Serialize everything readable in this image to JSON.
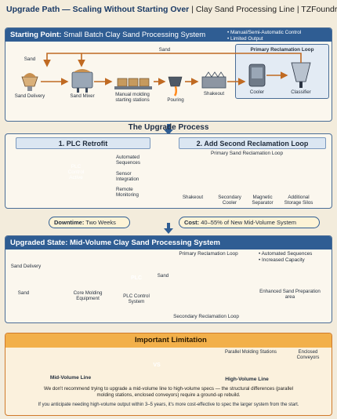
{
  "header": {
    "title_bold": "Upgrade Path — Scaling Without Starting Over",
    "title_rest": "| Clay Sand Processing Line | TZFoundry"
  },
  "starting": {
    "title": "Starting Point:",
    "title_sub": "Small Batch Clay Sand Processing System",
    "notes": [
      "• Manual/Semi-Automatic Control",
      "• Limited Output"
    ],
    "sand_arrow": "Sand",
    "loop_title": "Primary Reclamation Loop",
    "steps": [
      "Sand Delivery",
      "Sand Mixer",
      "Manual molding starting stations",
      "Pouring",
      "Shakeout",
      "Cooler",
      "Classifier"
    ],
    "sand_top": "Sand"
  },
  "process": {
    "heading": "The Upgrade Process",
    "step1_title": "1. PLC Retrofit",
    "plc_screen": [
      "PLC",
      "Control",
      "Active"
    ],
    "step1_items": [
      "Automated Sequences",
      "Sensor Integration",
      "Remote Monitoring"
    ],
    "step2_title": "2. Add Second Reclamation Loop",
    "loop_label": "Primary Sand Reclamation Loop",
    "step2_items": [
      "Shakeout",
      "Secondary Cooler",
      "Magnetic Separator",
      "Additional Storage Silos"
    ],
    "downtime_label": "Downtime:",
    "downtime_value": "Two Weeks",
    "cost_label": "Cost:",
    "cost_value": "40–55% of New Mid-Volume System"
  },
  "upgraded": {
    "title": "Upgraded State: Mid-Volume Clay Sand Processing System",
    "primary_loop": "Primary Reclamation Loop",
    "secondary_loop": "Secondary Reclamation Loop",
    "notes": [
      "• Automated Sequences",
      "• Increased Capacity"
    ],
    "sand_delivery": "Sand Delivery",
    "sand_label": "Sand",
    "molding": "Core Molding Equipment",
    "plc_screen": "PLC",
    "plc_label": "PLC Control System",
    "sand_arrow": "Sand",
    "prep": "Enhanced Sand Preparation area"
  },
  "limitation": {
    "title": "Important Limitation",
    "mid_label": "Mid-Volume Line",
    "vs": "VS",
    "high_label": "High-Volume Line",
    "parallel": "Parallel Molding Stations",
    "conveyors": "Enclosed Conveyors",
    "body1": "We don't recommend trying to upgrade a mid-volume line to high-volume specs — the structural differences (parallel",
    "body2": "molding stations, enclosed conveyors) require a ground-up rebuild.",
    "footer": "If you anticipate needing high-volume output within 3–5 years, it's more cost-effective to spec the larger system from the start."
  },
  "colors": {
    "navy": "#2f5d93",
    "accent_orange": "#e8892b",
    "warning_yellow": "#f4c02a",
    "cream": "#fbf7ee"
  }
}
